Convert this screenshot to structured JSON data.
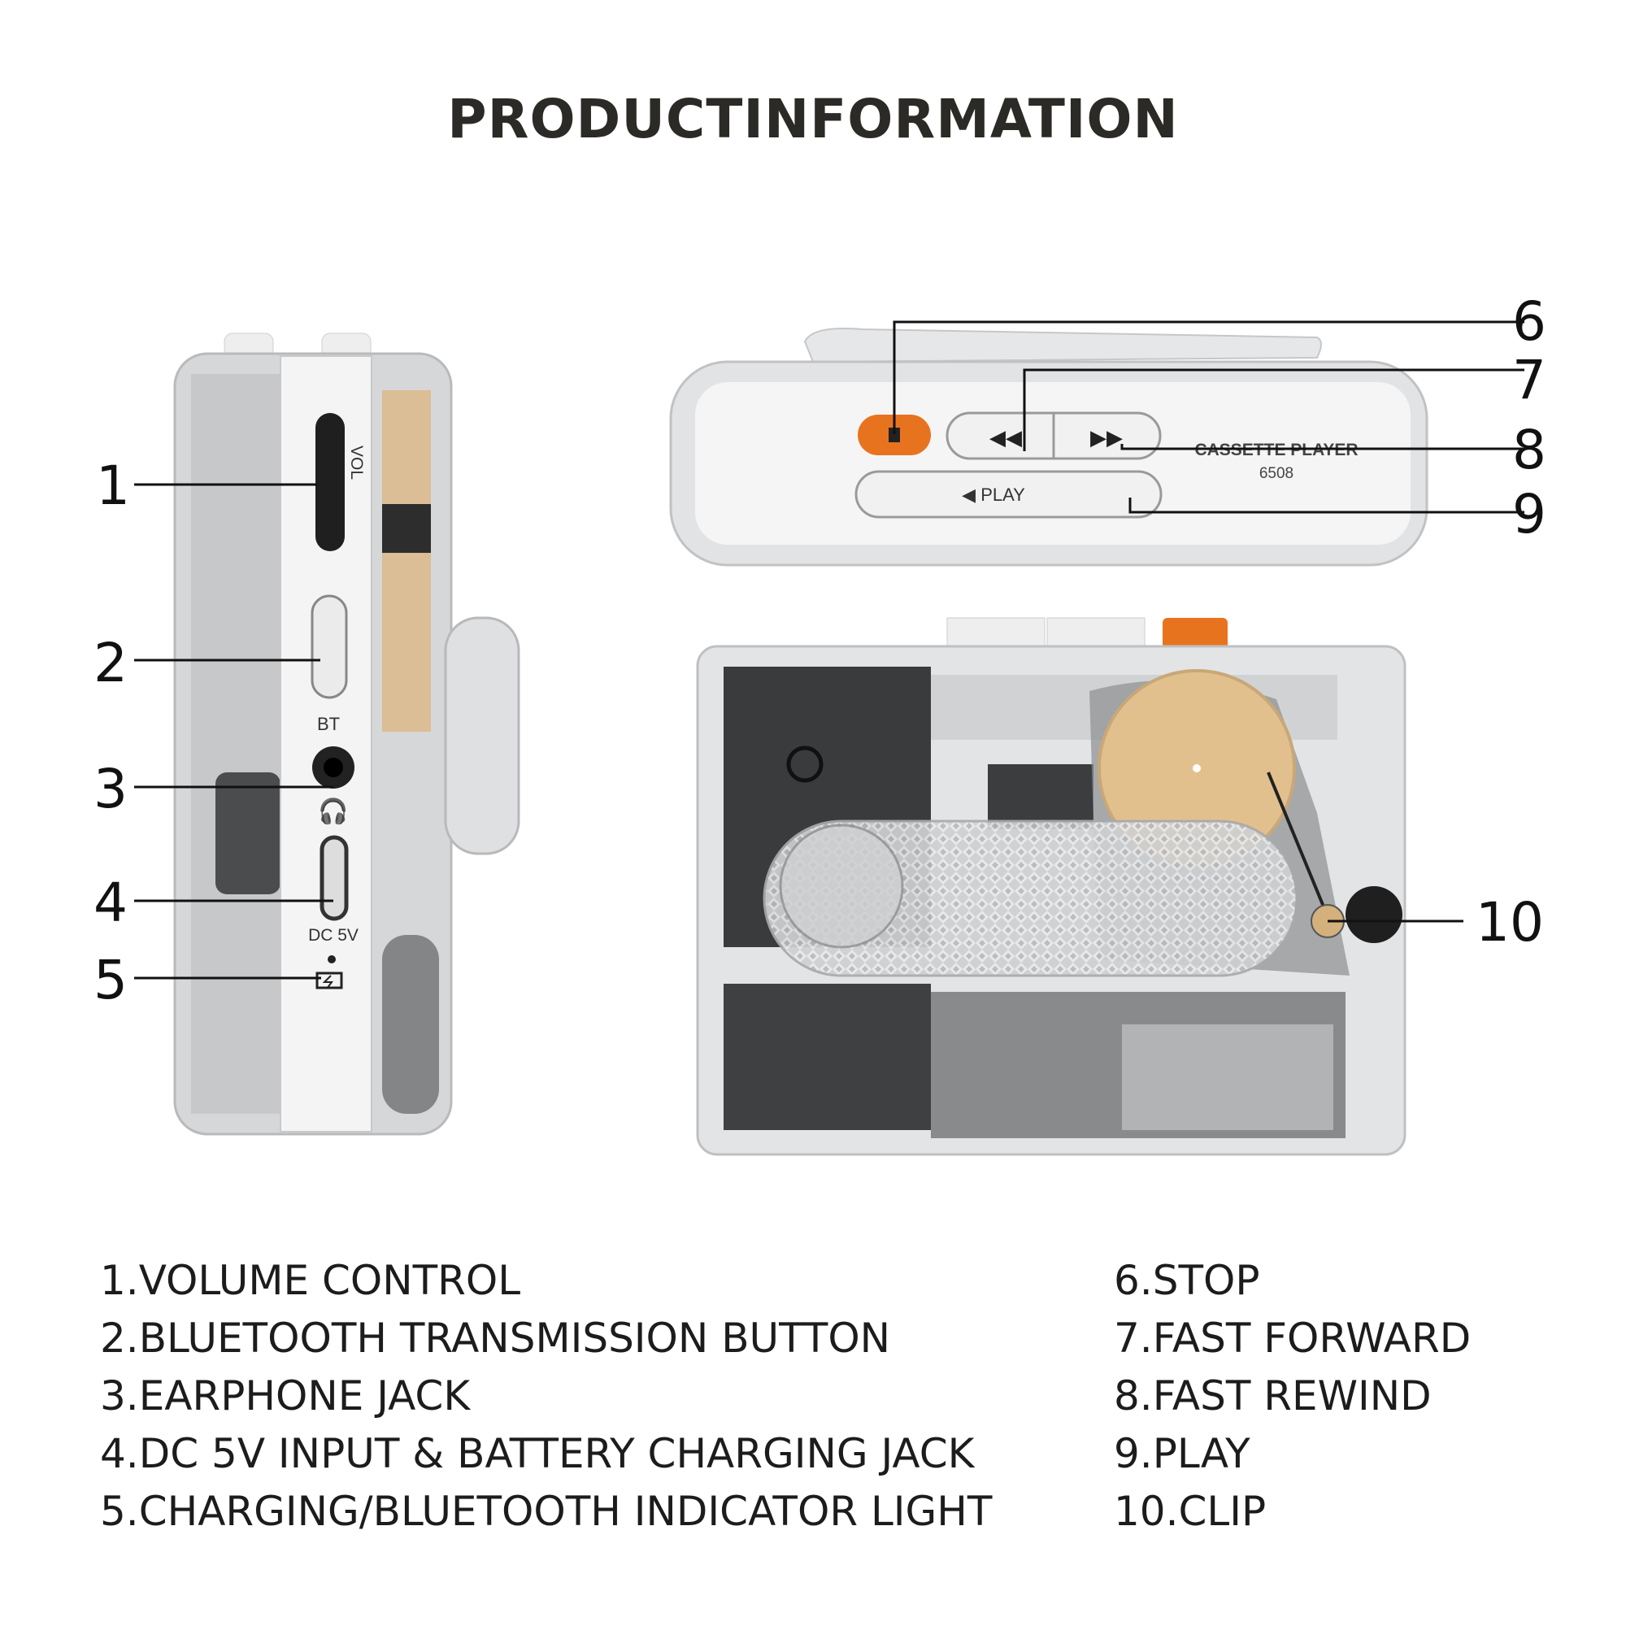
{
  "title": "PRODUCTINFORMATION",
  "device": {
    "side_vol": "VOL",
    "side_bt": "BT",
    "side_dc": "DC 5V",
    "brand": "CASSETTE PLAYER",
    "model": "6508",
    "play_label": "◀ PLAY"
  },
  "callouts": [
    "1",
    "2",
    "3",
    "4",
    "5",
    "6",
    "7",
    "8",
    "9",
    "10"
  ],
  "legend_left": [
    "1.VOLUME CONTROL",
    "2.BLUETOOTH TRANSMISSION BUTTON",
    "3.EARPHONE JACK",
    "4.DC 5V INPUT & BATTERY CHARGING JACK",
    "5.CHARGING/BLUETOOTH INDICATOR LIGHT"
  ],
  "legend_right": [
    "6.STOP",
    "7.FAST FORWARD",
    "8.FAST REWIND",
    "9.PLAY",
    "10.CLIP"
  ],
  "colors": {
    "accent_orange": "#e8731f",
    "tan": "#e2c08e",
    "body_gray": "#d9dadb"
  }
}
